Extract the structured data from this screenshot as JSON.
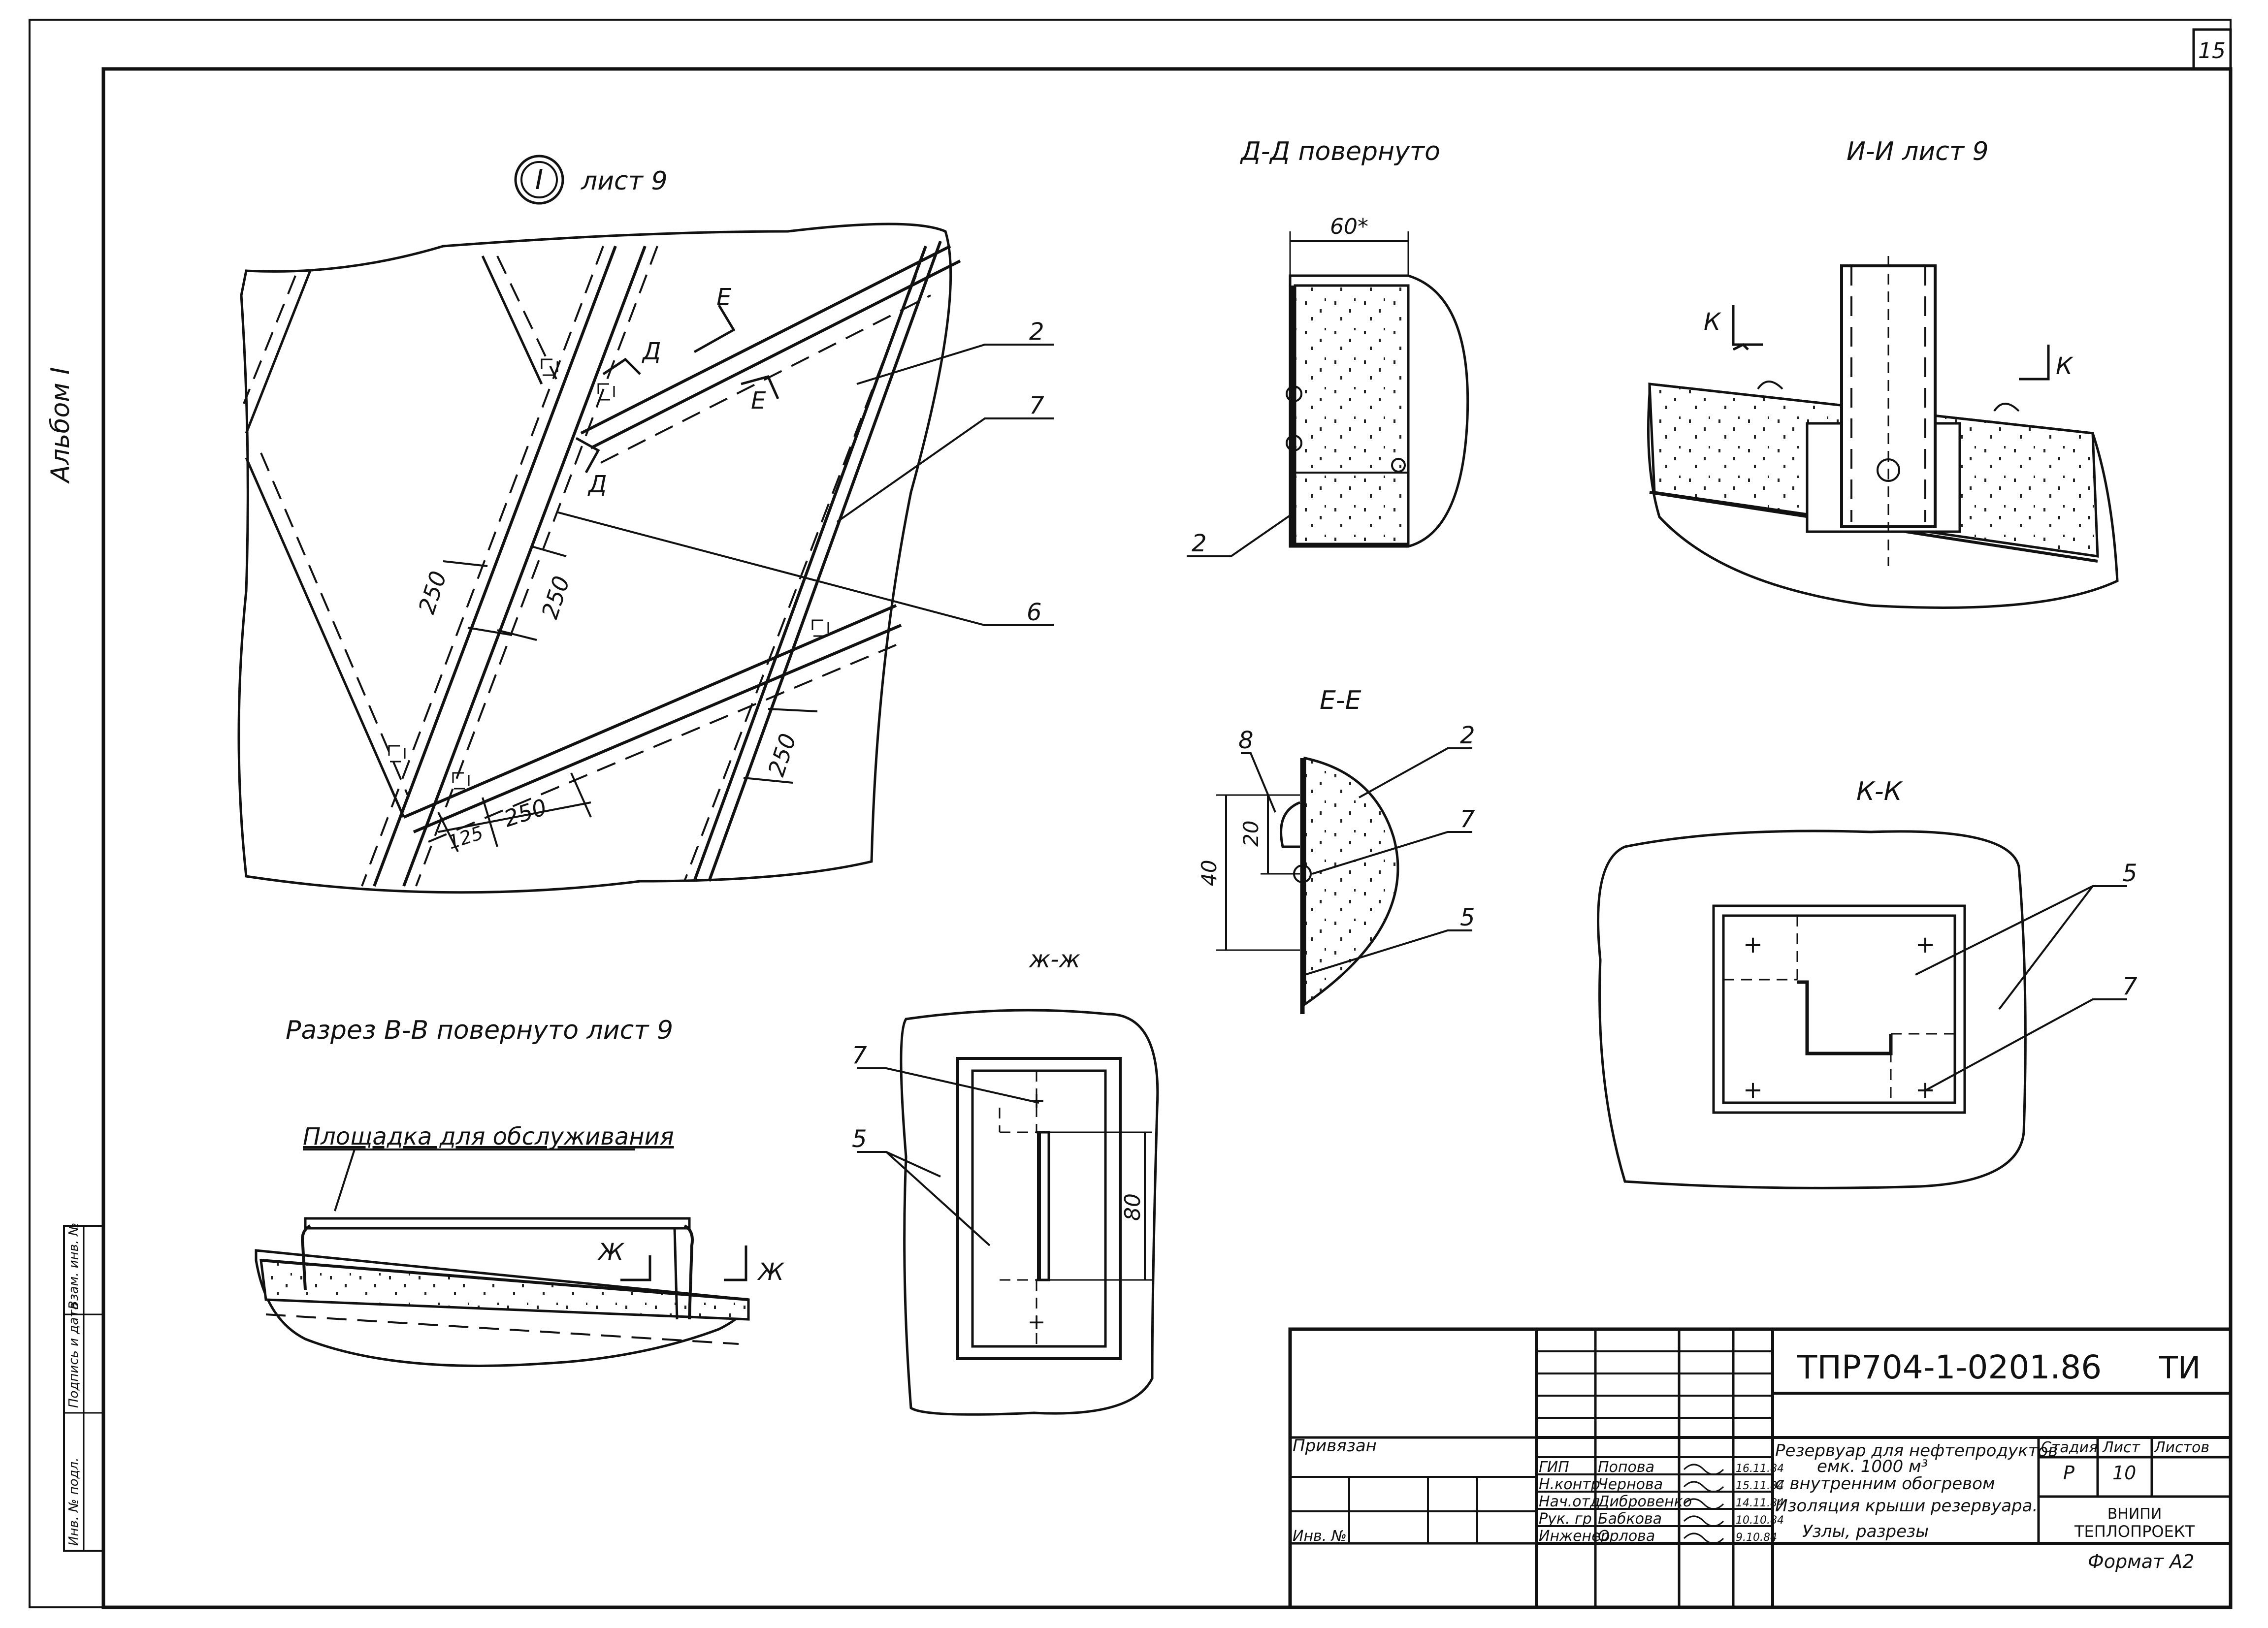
{
  "sheet_number": "15",
  "album_label": "Альбом I",
  "side_stamp": {
    "inv_podl": "Инв. № подл.",
    "podpis_data": "Подпись и дата",
    "vzam_inv": "Взам. инв. №"
  },
  "views": {
    "detail_I": {
      "marker": "I",
      "ref": "лист 9"
    },
    "section_DD": {
      "title": "Д-Д повернуто",
      "dim_60": "60*"
    },
    "section_II": {
      "title": "И-И лист 9"
    },
    "section_EE": {
      "title": "Е-Е",
      "dim_40": "40",
      "dim_20": "20"
    },
    "section_KK": {
      "title": "К-К"
    },
    "section_ZhZh": {
      "title": "ж-ж",
      "dim_80": "80"
    },
    "section_VV": {
      "title": "Разрез В-В повернуто лист 9",
      "platform_label": "Площадка для обслуживания"
    }
  },
  "cut_marks": {
    "D": "Д",
    "E": "Е",
    "K": "К",
    "Zh": "Ж"
  },
  "dimensions": {
    "d250": "250",
    "d125": "125"
  },
  "leaders": {
    "n2": "2",
    "n5": "5",
    "n6": "6",
    "n7": "7",
    "n8": "8"
  },
  "title_block": {
    "code": "ТПР704-1-0201.86",
    "mark": "ТИ",
    "privyazan": "Привязан",
    "inv_no": "Инв. №",
    "staff": [
      {
        "role": "ГИП",
        "name": "Попова",
        "date": "16.11.84"
      },
      {
        "role": "Н.контр",
        "name": "Чернова",
        "date": "15.11.84"
      },
      {
        "role": "Нач.отд",
        "name": "Дибровенко",
        "date": "14.11.84"
      },
      {
        "role": "Рук. гр",
        "name": "Бабкова",
        "date": "10.10.84"
      },
      {
        "role": "Инженер",
        "name": "Орлова",
        "date": "9.10.84"
      }
    ],
    "description": [
      "Резервуар для нефтепродуктов",
      "емк. 1000 м³",
      "с внутренним обогревом",
      "Изоляция крыши резервуара.",
      "Узлы, разрезы"
    ],
    "stage_label": "Стадия",
    "sheet_label": "Лист",
    "sheets_label": "Листов",
    "stage": "Р",
    "sheet": "10",
    "org_line1": "ВНИПИ",
    "org_line2": "ТЕПЛОПРОЕКТ"
  },
  "format": "Формат А2"
}
